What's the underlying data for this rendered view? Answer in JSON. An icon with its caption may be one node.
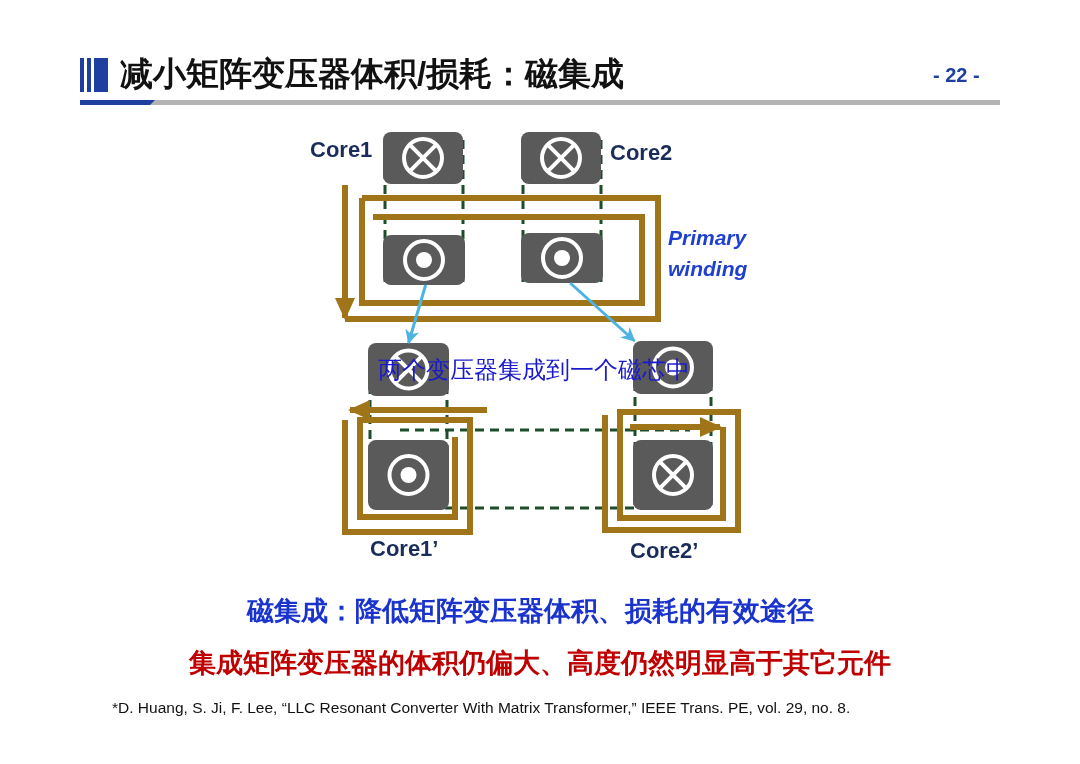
{
  "diagram": {
    "title": "减小矩阵变压器体积/损耗：磁集成",
    "nodes": [
      {
        "text": [],
        "shape": "box"
      },
      {
        "text": [],
        "shape": "box"
      },
      {
        "text": [],
        "shape": "box"
      },
      {
        "text": [],
        "shape": "box"
      },
      {
        "text": [],
        "shape": "box"
      },
      {
        "text": [],
        "shape": "box"
      },
      {
        "text": [],
        "shape": "box"
      },
      {
        "text": [],
        "shape": "box"
      }
    ],
    "edges": [
      {
        "from": 2,
        "to": 4,
        "arrow": "to"
      },
      {
        "from": 3,
        "to": 5,
        "arrow": "to"
      }
    ],
    "labels": [
      "- 22 -",
      "Core1",
      "Core2",
      "Primary winding",
      "两个变压器集成到一个磁芯中",
      "Core1’",
      "Core2’",
      "磁集成：降低矩阵变压器体积、损耗的有效途径",
      "集成矩阵变压器的体积仍偏大、高度仍然明显高于其它元件",
      "*D. Huang, S. Ji, F. Lee, “LLC Resonant Converter With Matrix Transformer,” IEEE Trans. PE, vol. 29, no. 8."
    ]
  }
}
